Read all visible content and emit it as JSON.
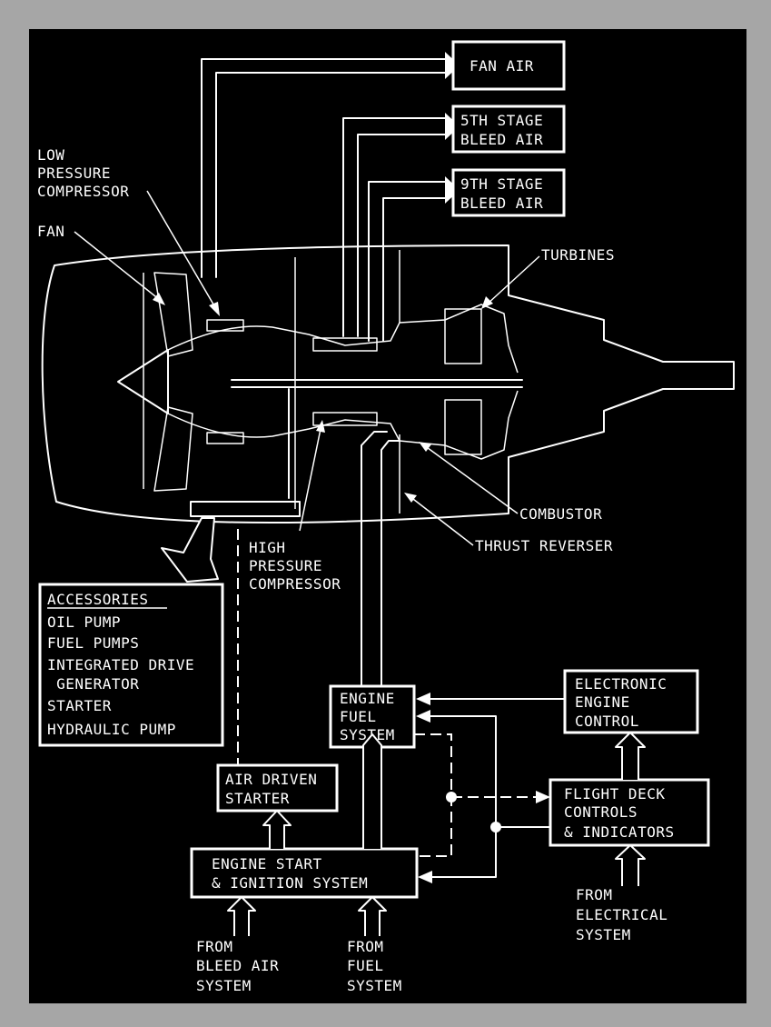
{
  "colors": {
    "frame": "#a6a6a6",
    "background": "#000000",
    "ink": "#ffffff"
  },
  "boxes": {
    "fan_air": "FAN AIR",
    "fifth_stage": [
      "5TH STAGE",
      "BLEED AIR"
    ],
    "ninth_stage": [
      "9TH STAGE",
      "BLEED AIR"
    ],
    "engine_fuel_system": [
      "ENGINE",
      "FUEL",
      "SYSTEM"
    ],
    "electronic_engine_control": [
      "ELECTRONIC",
      "ENGINE",
      "CONTROL"
    ],
    "air_driven_starter": [
      "AIR DRIVEN",
      "STARTER"
    ],
    "flight_deck": [
      "FLIGHT DECK",
      "CONTROLS",
      "& INDICATORS"
    ],
    "engine_start": [
      "ENGINE START",
      "& IGNITION SYSTEM"
    ]
  },
  "accessories": {
    "title": "ACCESSORIES",
    "items": [
      "OIL PUMP",
      "FUEL PUMPS",
      "INTEGRATED DRIVE",
      " GENERATOR",
      "STARTER",
      "HYDRAULIC PUMP"
    ]
  },
  "callouts": {
    "low_pressure_compressor": [
      "LOW",
      "PRESSURE",
      "COMPRESSOR"
    ],
    "fan": "FAN",
    "turbines": "TURBINES",
    "combustor": "COMBUSTOR",
    "thrust_reverser": "THRUST REVERSER",
    "high_pressure_compressor": [
      "HIGH",
      "PRESSURE",
      "COMPRESSOR"
    ]
  },
  "sources": {
    "bleed_air": [
      "FROM",
      "BLEED AIR",
      "SYSTEM"
    ],
    "fuel": [
      "FROM",
      "FUEL",
      "SYSTEM"
    ],
    "electrical": [
      "FROM",
      "ELECTRICAL",
      "SYSTEM"
    ]
  }
}
